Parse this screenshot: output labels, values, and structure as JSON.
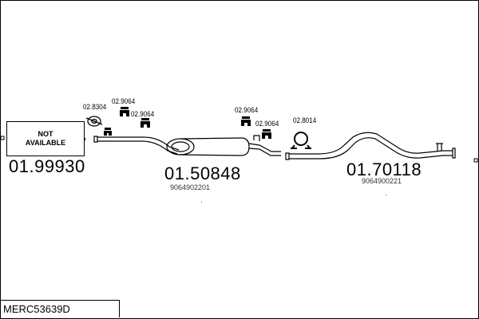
{
  "not_available": {
    "line1": "NOT",
    "line2": "AVAILABLE"
  },
  "parts": {
    "front": {
      "code": "01.99930"
    },
    "middle": {
      "code": "01.50848",
      "oem": "9064902201"
    },
    "rear": {
      "code": "01.70118",
      "oem": "9064900221"
    }
  },
  "fittings": [
    {
      "code": "02.8304"
    },
    {
      "code": "02.9064"
    },
    {
      "code": "02.9064"
    },
    {
      "code": "02.9064"
    },
    {
      "code": "02.9064"
    },
    {
      "code": "02.8014"
    }
  ],
  "footer": {
    "label": "MERC53639D"
  }
}
